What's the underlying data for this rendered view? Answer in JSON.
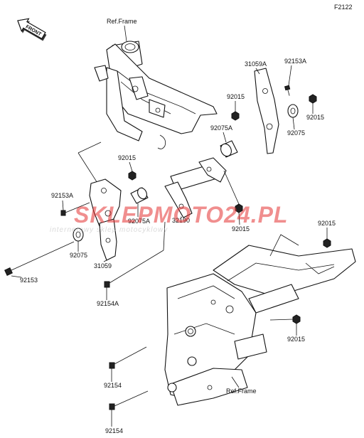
{
  "figure_code": "F2122",
  "direction_arrow_label": "FRONT",
  "watermark": {
    "main": "SKLEPMOTO24.PL",
    "sub": "internetowy sklep motocyklowy",
    "color": "#e53333"
  },
  "labels": {
    "ref_frame_top": "Ref.Frame",
    "ref_frame_bottom": "Ref.Frame",
    "p31059a": "31059A",
    "p92153a_top": "92153A",
    "p92015_upper_left": "92015",
    "p92015_upper_right": "92015",
    "p92075a_right": "92075A",
    "p92075_right": "92075",
    "p92015_mid_left": "92015",
    "p92153a_left": "92153A",
    "p92075a_left": "92075A",
    "p32190": "32190",
    "p92015_mid": "92015",
    "p92075_left": "92075",
    "p31059": "31059",
    "p92015_far_right": "92015",
    "p92153": "92153",
    "p92154a": "92154A",
    "p92015_lower_right": "92015",
    "p92154_mid": "92154",
    "p92154_bottom": "92154"
  }
}
